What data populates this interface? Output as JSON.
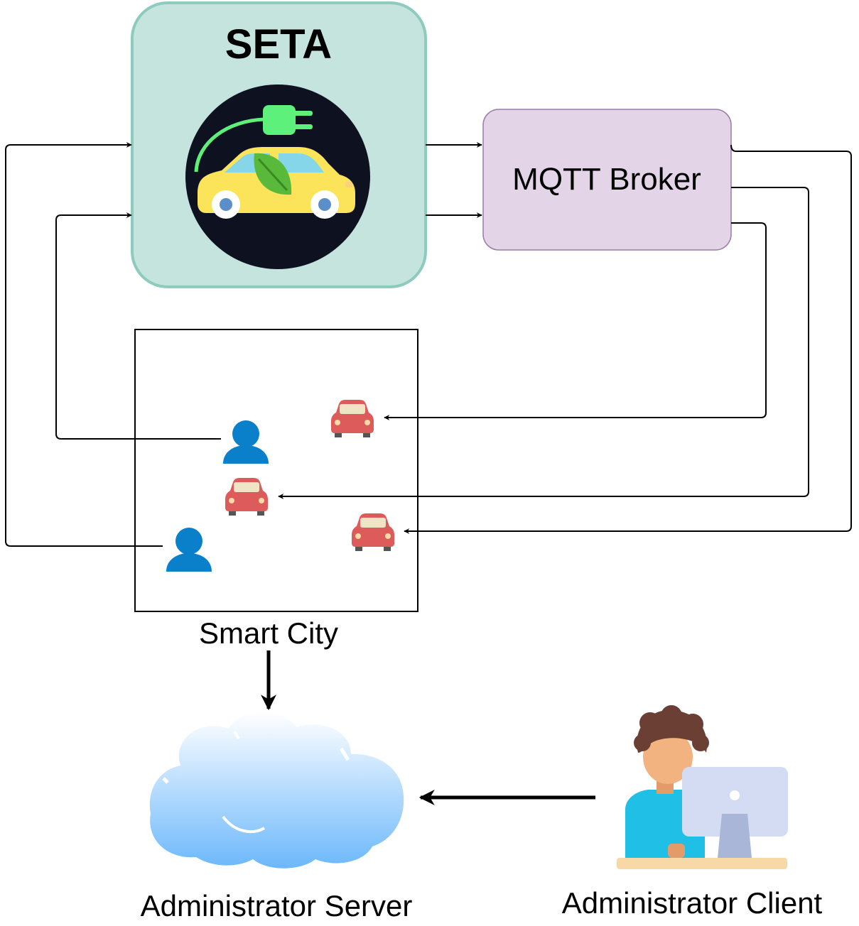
{
  "nodes": {
    "seta": {
      "title": "SETA"
    },
    "broker": {
      "label": "MQTT Broker"
    },
    "city": {
      "label": "Smart City"
    },
    "server": {
      "label": "Administrator Server"
    },
    "client": {
      "label": "Administrator Client"
    }
  },
  "colors": {
    "seta_fill": "#c5e4de",
    "seta_stroke": "#8ccbbd",
    "broker_fill": "#e3d4e8",
    "broker_stroke": "#9c7ba8",
    "icon_circle": "#0e1220",
    "car_body": "#fbe35a",
    "leaf": "#58b93a",
    "plug": "#5df07a",
    "taxi_red": "#dd5b5b",
    "person_blue": "#0a7fca",
    "cloud_top": "#ffffff",
    "cloud_bottom": "#6cb8fb",
    "shirt": "#1fbfe6",
    "monitor": "#d3dcf2",
    "desk": "#f7d9a8",
    "hair": "#6b3f33"
  }
}
